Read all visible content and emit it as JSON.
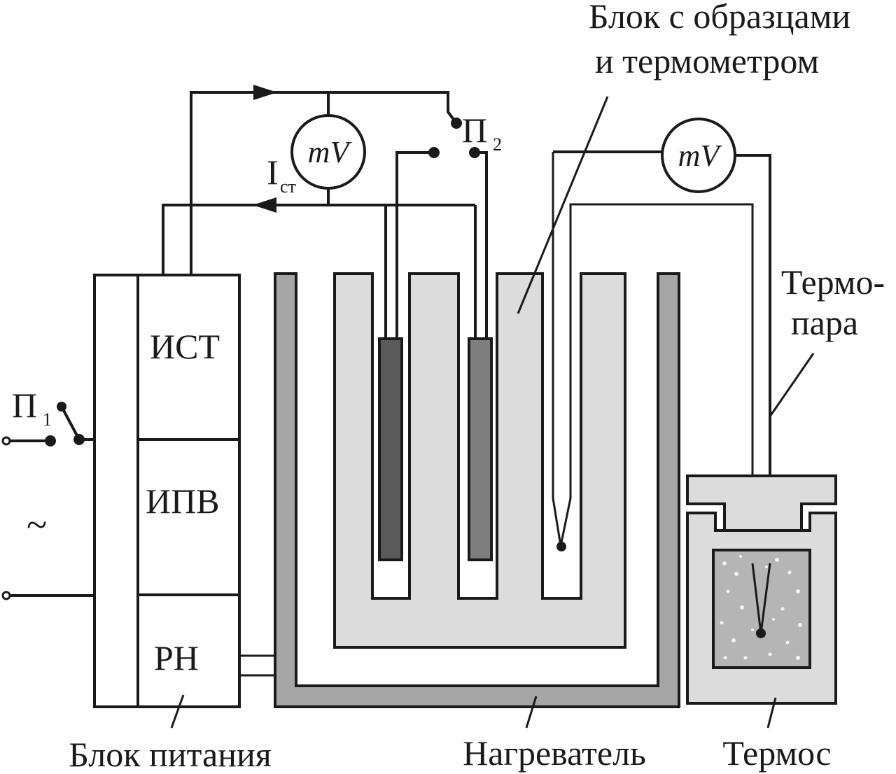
{
  "labels": {
    "block_with_samples_line1": "Блок с образцами",
    "block_with_samples_line2": "и термометром",
    "thermocouple_line1": "Термо-",
    "thermocouple_line2": "пара",
    "power_unit": "Блок питания",
    "heater": "Нагреватель",
    "thermos": "Термос",
    "ist": "ИСТ",
    "ipv": "ИПВ",
    "rn": "РН",
    "ac_symbol": "~",
    "p1_letter": "П",
    "p1_index": "1",
    "p2_letter": "П",
    "p2_index": "2",
    "ist_current_letter": "I",
    "ist_current_index": "ст",
    "mv_left": "mV",
    "mv_right": "mV"
  },
  "colors": {
    "line": "#1a1a1a",
    "block_fill": "#dcdcdc",
    "heater_fill": "#a5a5a5",
    "sample_dark": "#5a5a5a",
    "sample_mid": "#7e7e7e",
    "ice_fill": "#b5b5b5"
  }
}
